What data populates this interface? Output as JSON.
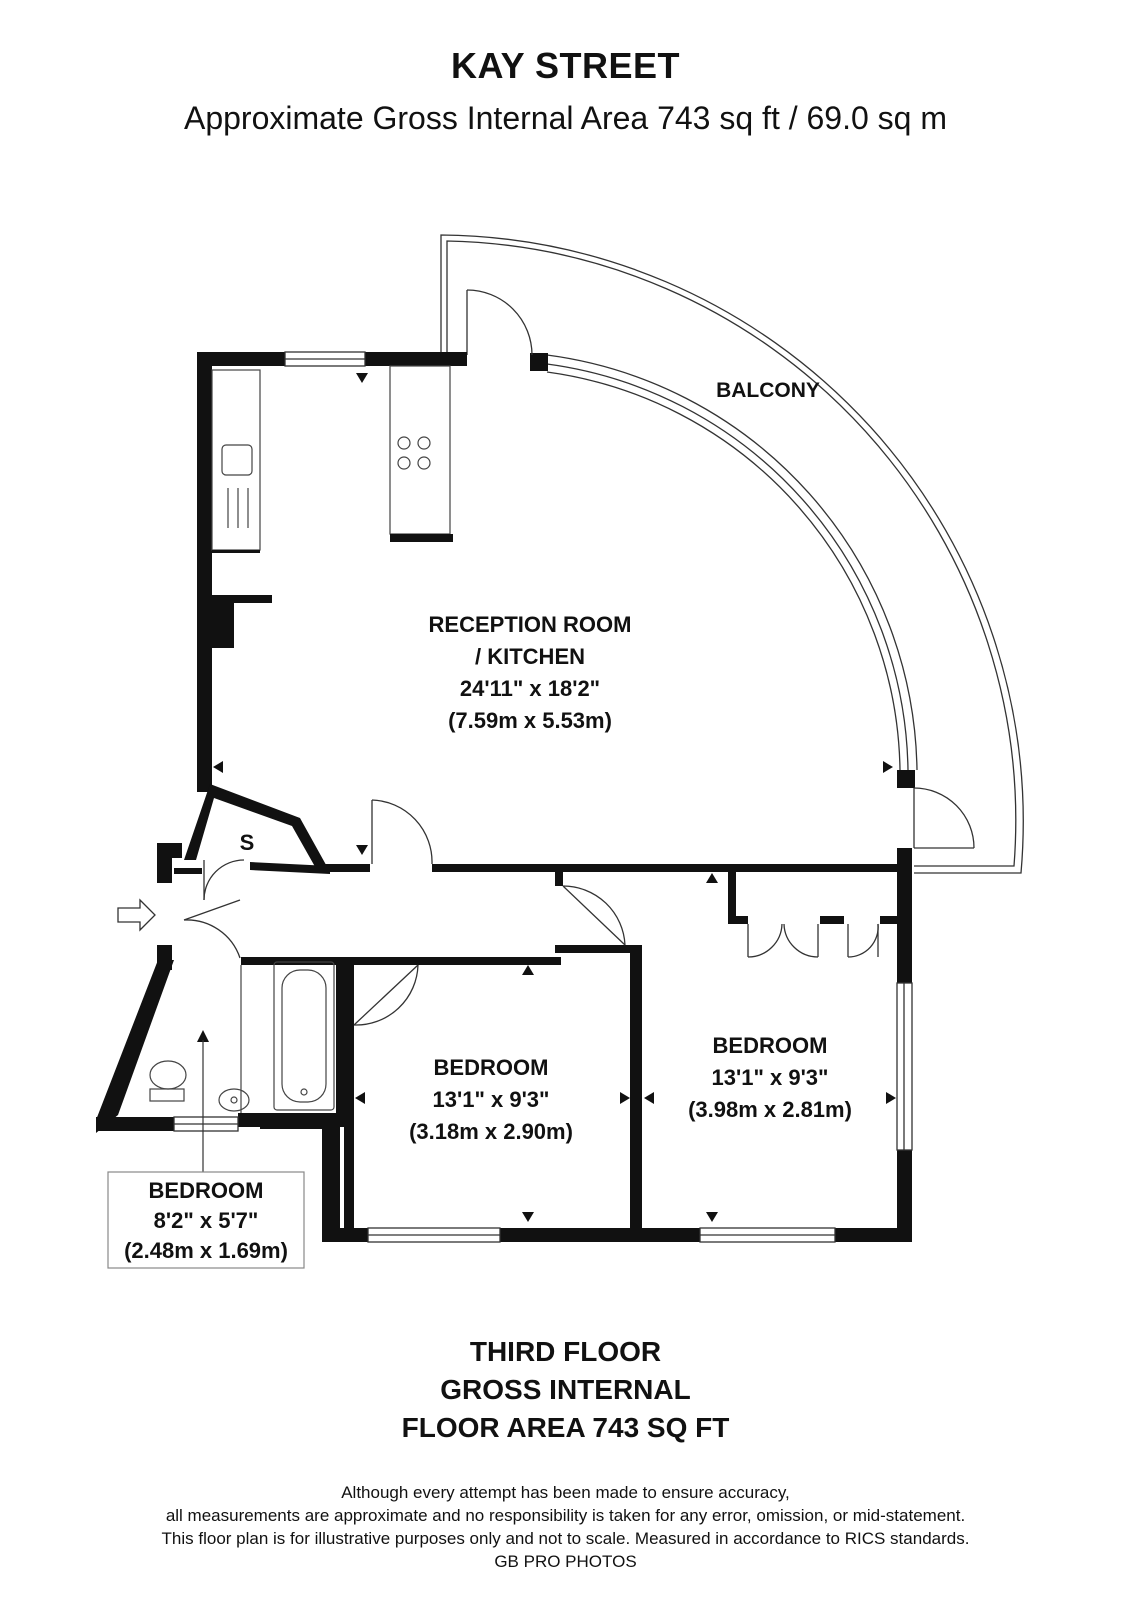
{
  "header": {
    "title": "KAY STREET",
    "subtitle": "Approximate Gross Internal Area 743 sq ft / 69.0 sq m"
  },
  "rooms": {
    "balcony": {
      "name": "BALCONY"
    },
    "reception": {
      "line1": "RECEPTION ROOM",
      "line2": "/ KITCHEN",
      "imperial": "24'11\" x 18'2\"",
      "metric": "(7.59m x 5.53m)"
    },
    "store": {
      "name": "S"
    },
    "bedroom_middle": {
      "name": "BEDROOM",
      "imperial": "13'1\" x 9'3\"",
      "metric": "(3.18m x 2.90m)"
    },
    "bedroom_right": {
      "name": "BEDROOM",
      "imperial": "13'1\" x 9'3\"",
      "metric": "(3.98m x 2.81m)"
    },
    "bedroom_small": {
      "name": "BEDROOM",
      "imperial": "8'2\" x 5'7\"",
      "metric": "(2.48m x 1.69m)"
    }
  },
  "floor_summary": {
    "line1": "THIRD FLOOR",
    "line2": "GROSS INTERNAL",
    "line3": "FLOOR AREA 743 SQ FT"
  },
  "disclaimer": {
    "line1": "Although every attempt has been made to ensure accuracy,",
    "line2": "all measurements are approximate and no responsibility is taken for any error, omission, or mid-statement.",
    "line3": "This floor plan is for illustrative purposes only and not to scale. Measured in accordance to RICS standards.",
    "line4": "GB PRO PHOTOS"
  },
  "colors": {
    "wall": "#111111",
    "line": "#333333",
    "background": "#ffffff"
  }
}
